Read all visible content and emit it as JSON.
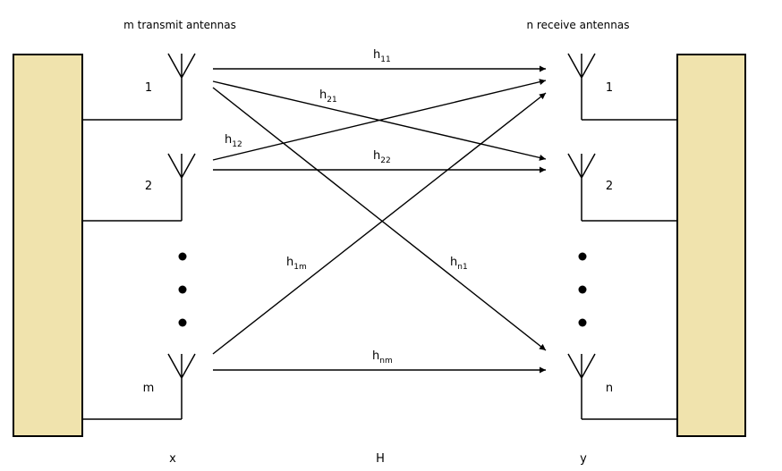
{
  "titles": {
    "transmit": "m transmit antennas",
    "receive": "n receive antennas"
  },
  "transmit_antennas": [
    {
      "label": "1"
    },
    {
      "label": "2"
    },
    {
      "label": "m"
    }
  ],
  "receive_antennas": [
    {
      "label": "1"
    },
    {
      "label": "2"
    },
    {
      "label": "n"
    }
  ],
  "channels": [
    {
      "from": 0,
      "to": 0,
      "h": "h",
      "sub": "11"
    },
    {
      "from": 0,
      "to": 1,
      "h": "h",
      "sub": "21"
    },
    {
      "from": 0,
      "to": 2,
      "h": "h",
      "sub": "n1"
    },
    {
      "from": 1,
      "to": 0,
      "h": "h",
      "sub": "12"
    },
    {
      "from": 1,
      "to": 1,
      "h": "h",
      "sub": "22"
    },
    {
      "from": 2,
      "to": 0,
      "h": "h",
      "sub": "1m"
    },
    {
      "from": 2,
      "to": 2,
      "h": "h",
      "sub": "nm"
    }
  ],
  "bottom_labels": {
    "x": "x",
    "H": "H",
    "y": "y"
  }
}
